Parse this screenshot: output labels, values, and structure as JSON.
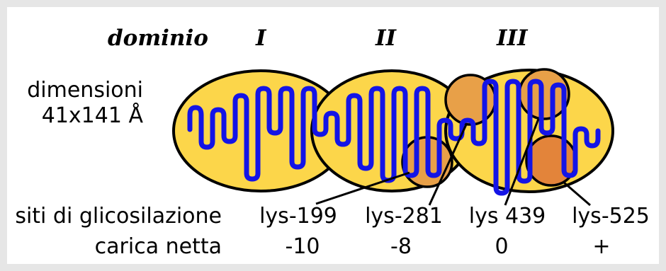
{
  "header": {
    "domain_label": "dominio",
    "domains": [
      "I",
      "II",
      "III"
    ]
  },
  "size": {
    "label": "dimensioni",
    "value": "41x141 Å"
  },
  "rows": {
    "glycosylation_label": "siti di glicosilazione",
    "charge_label": "carica netta"
  },
  "sites": [
    {
      "name": "lys-199",
      "charge": "-10"
    },
    {
      "name": "lys-281",
      "charge": "-8"
    },
    {
      "name": "lys 439",
      "charge": "0"
    },
    {
      "name": "lys-525",
      "charge": "+"
    }
  ],
  "colors": {
    "domain_fill": "#fcd64a",
    "site_fill": "#e8a048",
    "chain": "#1414e6",
    "outline": "#000000",
    "frame": "#e6e6e6"
  }
}
